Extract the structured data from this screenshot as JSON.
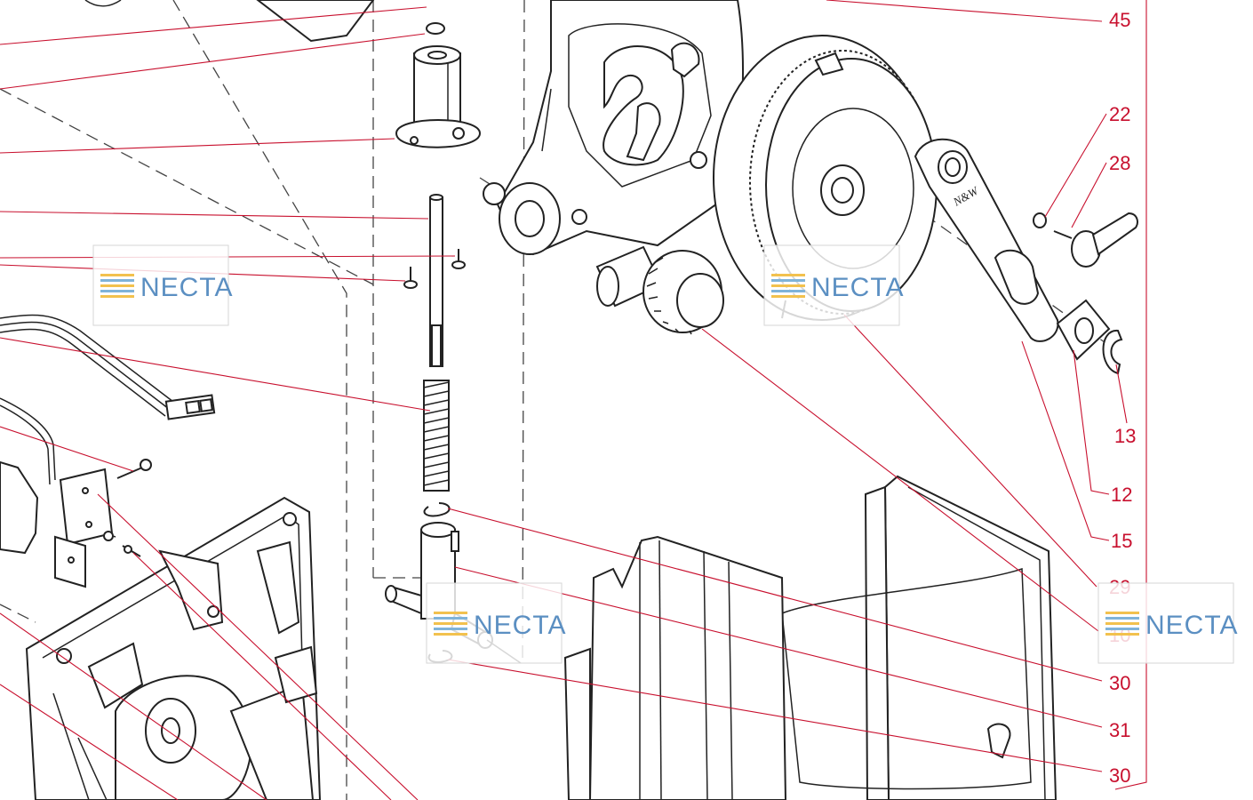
{
  "callouts": [
    {
      "id": "45",
      "label": "45"
    },
    {
      "id": "22",
      "label": "22"
    },
    {
      "id": "28",
      "label": "28"
    },
    {
      "id": "13",
      "label": "13"
    },
    {
      "id": "12",
      "label": "12"
    },
    {
      "id": "15",
      "label": "15"
    },
    {
      "id": "29",
      "label": "29"
    },
    {
      "id": "10",
      "label": "10"
    },
    {
      "id": "30a",
      "label": "30"
    },
    {
      "id": "31",
      "label": "31"
    },
    {
      "id": "30b",
      "label": "30"
    }
  ],
  "watermark": {
    "brand": "NECTA",
    "logo_icon": "necta-logo-icon"
  },
  "part_marking": "N&W",
  "colors": {
    "leader": "#c8102e",
    "line_art": "#222222",
    "watermark": "#5b8fc2"
  }
}
